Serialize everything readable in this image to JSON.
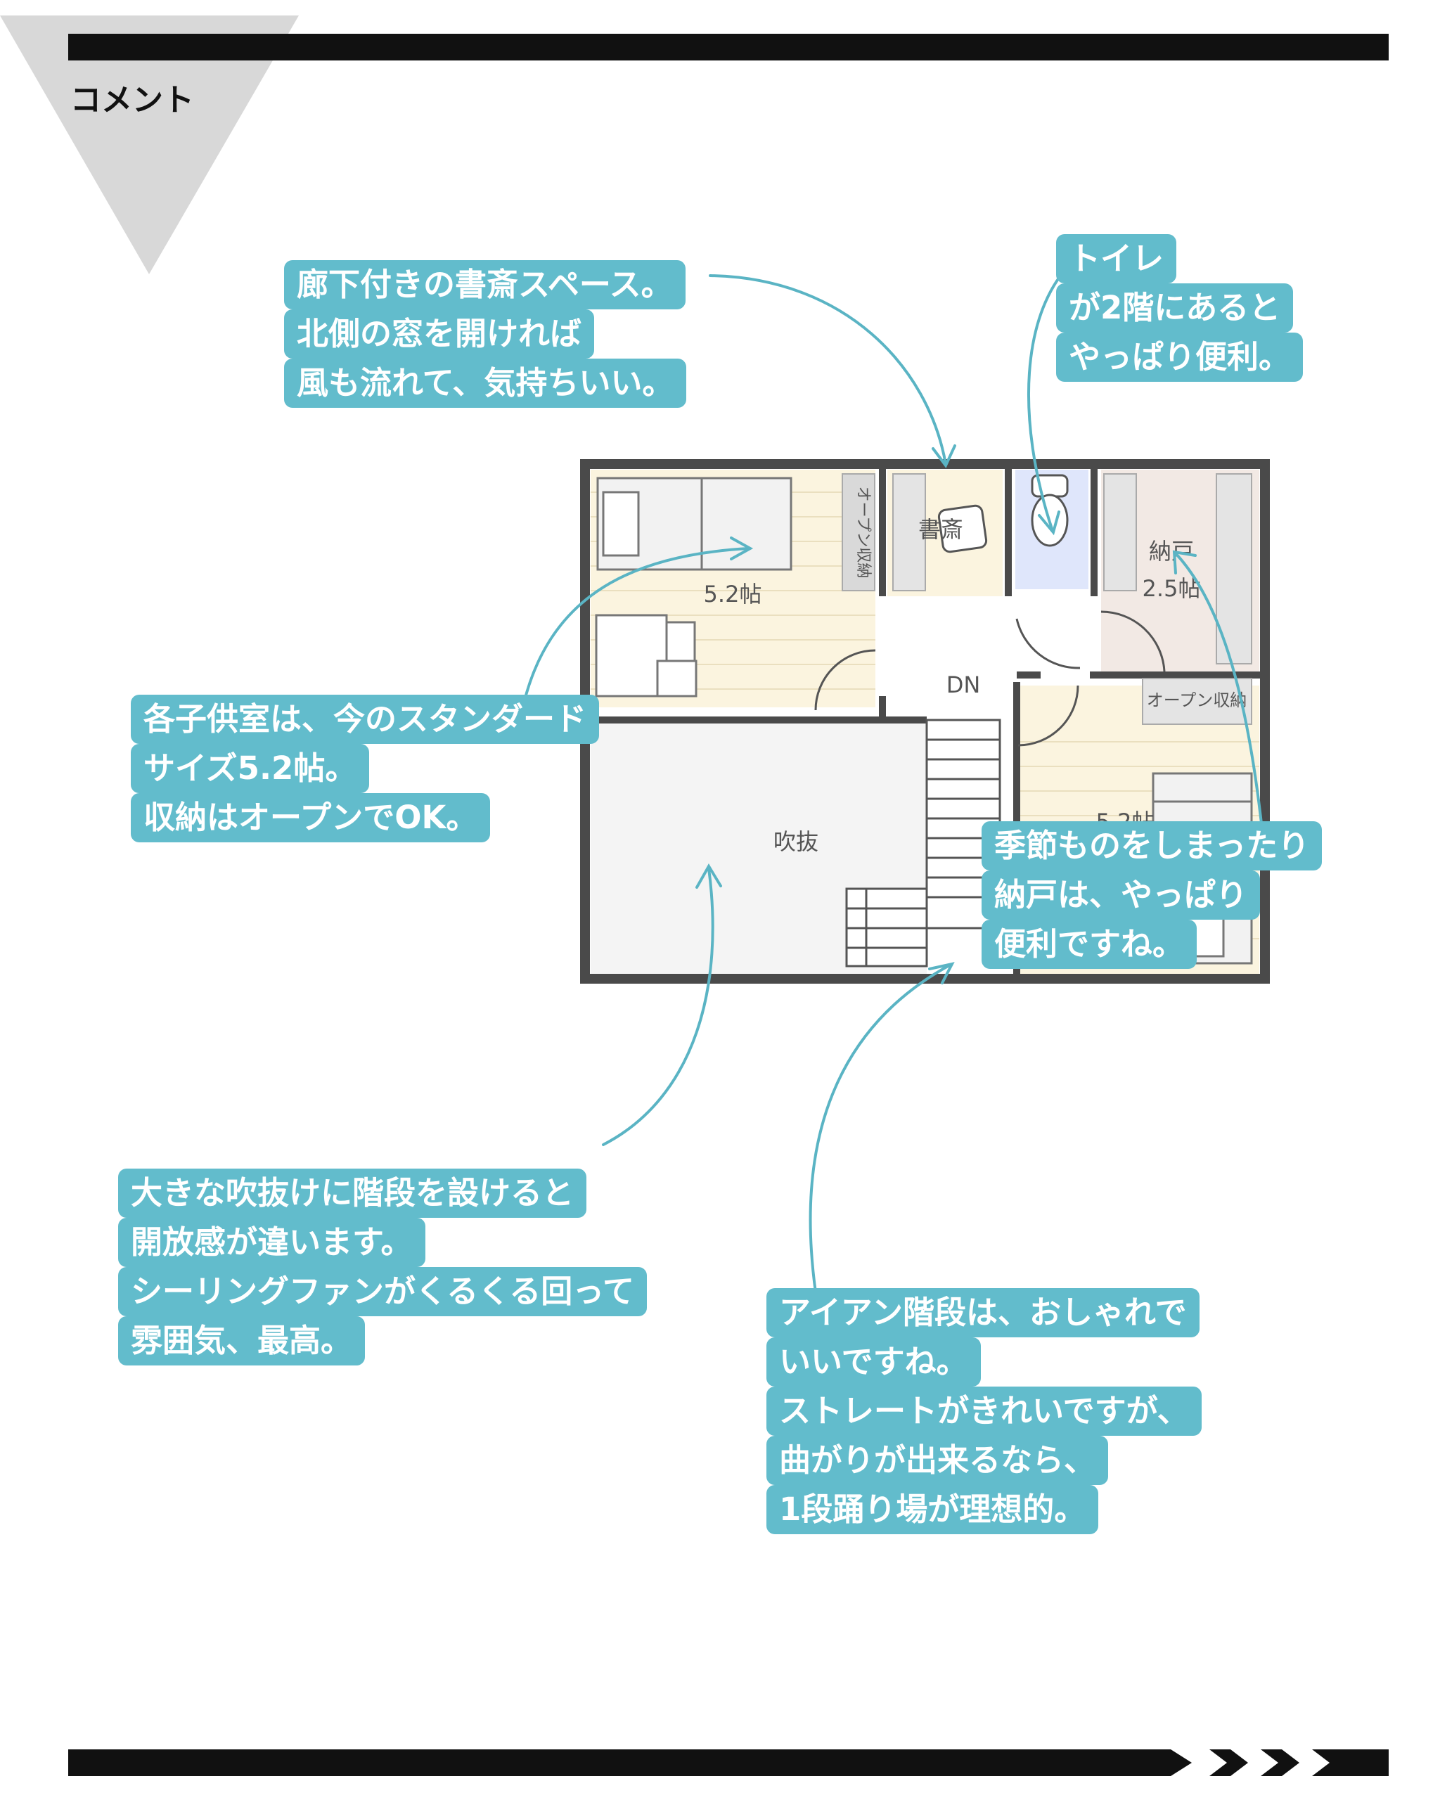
{
  "header": {
    "label": "コメント"
  },
  "plan": {
    "rooms": [
      {
        "name": "5.2帖"
      },
      {
        "name": "オープン収納"
      },
      {
        "name": "書斎"
      },
      {
        "name": "納戸"
      },
      {
        "name": "2.5帖"
      },
      {
        "name": "DN"
      },
      {
        "name": "オープン収納"
      },
      {
        "name": "5.2帖"
      },
      {
        "name": "吹抜"
      }
    ]
  },
  "callouts": [
    {
      "lines": [
        "廊下付きの書斎スペース。",
        "北側の窓を開ければ",
        "風も流れて、気持ちいい。"
      ]
    },
    {
      "lines": [
        "トイレ",
        "が2階にあると",
        "やっぱり便利。"
      ]
    },
    {
      "lines": [
        "各子供室は、今のスタンダード",
        "サイズ5.2帖。",
        "収納はオープンでOK。"
      ]
    },
    {
      "lines": [
        "季節ものをしまったり",
        "納戸は、やっぱり",
        "便利ですね。"
      ]
    },
    {
      "lines": [
        "大きな吹抜けに階段を設けると",
        "開放感が違います。",
        "シーリングファンがくるくる回って",
        "雰囲気、最高。"
      ]
    },
    {
      "lines": [
        "アイアン階段は、おしゃれで",
        "いいですね。",
        "ストレートがきれいですが、",
        "曲がりが出来るなら、",
        "1段踊り場が理想的。"
      ]
    }
  ],
  "colors": {
    "callout_bg": "#62bccc",
    "arrow": "#5ab4c4",
    "wall": "#4a4a4a",
    "floor_wood": "#fbf4df",
    "toilet": "#dfe6fb",
    "storage": "#f2e9e4",
    "void": "#f4f4f4"
  }
}
